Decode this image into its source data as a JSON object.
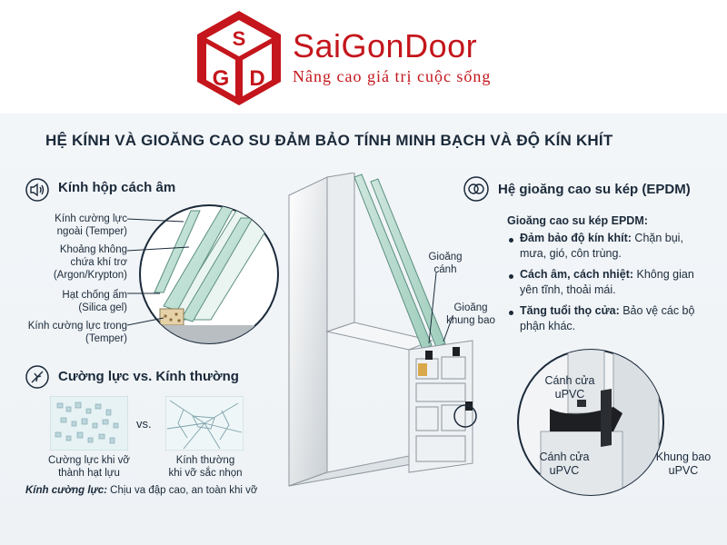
{
  "brand": {
    "name": "SaiGonDoor",
    "tagline": "Nâng cao giá trị cuộc sống",
    "logo_letters": "SGD",
    "color": "#c4161c"
  },
  "title": "HỆ KÍNH VÀ GIOĂNG CAO SU ĐẢM BẢO TÍNH MINH BẠCH VÀ ĐỘ KÍN KHÍT",
  "glass_section": {
    "icon": "speaker-icon",
    "heading": "Kính hộp cách âm",
    "labels": {
      "outer_glass_1": "Kính cường lực",
      "outer_glass_2": "ngoài (Temper)",
      "gap_1": "Khoảng không",
      "gap_2": "chứa khí trơ",
      "gap_3": "(Argon/Krypton)",
      "desiccant_1": "Hạt chống ẩm",
      "desiccant_2": "(Silica gel)",
      "inner_glass_1": "Kính cường lực trong",
      "inner_glass_2": "(Temper)"
    }
  },
  "compare_section": {
    "icon": "broken-glass-icon",
    "heading": "Cường lực vs. Kính thường",
    "vs": "vs.",
    "tempered_1": "Cường lực khi vỡ",
    "tempered_2": "thành hạt lựu",
    "normal_1": "Kính thường",
    "normal_2": "khi vỡ sắc nhọn",
    "note_bold": "Kính cường lực:",
    "note_text": " Chịu va đập cao, an toàn khi vỡ"
  },
  "frame_labels": {
    "sash_gasket_1": "Gioăng",
    "sash_gasket_2": "cánh",
    "frame_gasket_1": "Gioăng",
    "frame_gasket_2": "khung bao"
  },
  "gasket_section": {
    "icon": "gasket-rings-icon",
    "heading": "Hệ gioăng cao su kép (EPDM)",
    "intro": "Gioăng cao su kép EPDM:",
    "bullets": [
      {
        "bold": "Đảm bảo độ kín khít:",
        "line1_rest": " Chặn bụi,",
        "line2": "mưa, gió, côn trùng."
      },
      {
        "bold": "Cách âm, cách nhiệt:",
        "line1_rest": " Không gian",
        "line2": "yên tĩnh, thoải mái."
      },
      {
        "bold": "Tăng tuổi thọ cửa:",
        "line1_rest": " Bảo vệ các bộ",
        "line2": "phận khác."
      }
    ]
  },
  "detail_labels": {
    "sash_top_1": "Cánh cửa",
    "sash_top_2": "uPVC",
    "sash_bottom_1": "Cánh cửa",
    "sash_bottom_2": "uPVC",
    "frame_1": "Khung bao",
    "frame_2": "uPVC"
  }
}
